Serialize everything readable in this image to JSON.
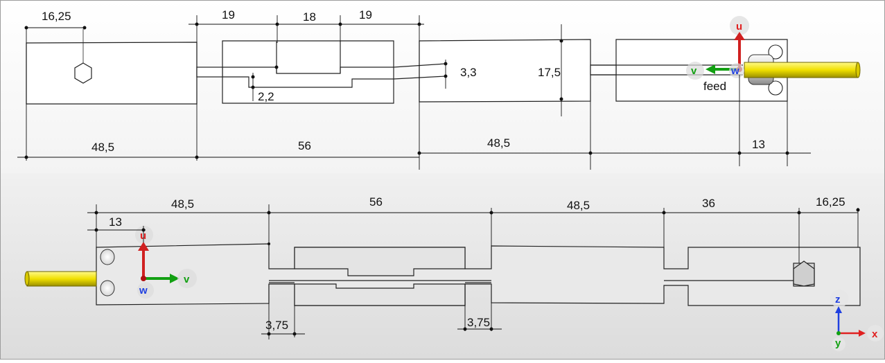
{
  "top_view": {
    "dims_top": [
      "16,25",
      "19",
      "18",
      "19"
    ],
    "dims_bottom": [
      "48,5",
      "56",
      "48,5",
      "13"
    ],
    "dim_gap": "3,3",
    "dim_height": "17,5",
    "dim_step": "2,2",
    "feed_label": "feed",
    "axes": {
      "up": "u",
      "left": "v",
      "out": "w"
    }
  },
  "side_view": {
    "dims_top": [
      "48,5",
      "56",
      "48,5",
      "36",
      "16,25"
    ],
    "dim_left": "13",
    "dims_bottom": [
      "3,75",
      "3,75"
    ],
    "axes": {
      "up": "u",
      "right": "v",
      "out": "w"
    }
  },
  "global_axes": {
    "z": "z",
    "x": "x",
    "y": "y"
  },
  "colors": {
    "background_top": "#ffffff",
    "background_bottom": "#ebebeb",
    "part_fill": "#ffffff",
    "part_fill_side": "#e9e9e9",
    "cable_yellow": "#f2e600",
    "axis_u": "#e02020",
    "axis_v": "#12a012",
    "axis_w": "#2040e0"
  }
}
